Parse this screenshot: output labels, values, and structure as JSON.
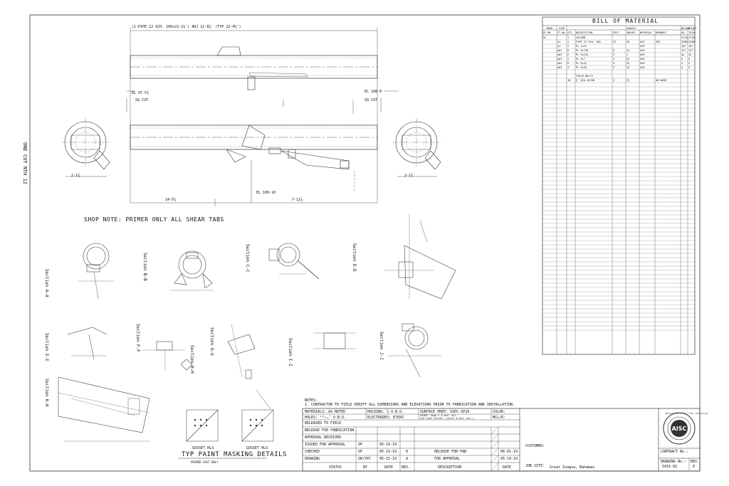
{
  "drawing": {
    "top_callout": "(1-PIPE 12 SCH. 100x22-2½″)  ADJ  22-8⅞″  (TYP 22-4⅝″)",
    "dim_overall_left": "14-5¾",
    "dim_overall_right": "7-11⅞",
    "dim_a": "2-1¾",
    "dim_b": "2-1¾",
    "sq_cut_left": "SQ CUT",
    "sq_cut_right": "SQ CUT",
    "el_left": "EL 97-5¾",
    "el_right": "EL 108-0",
    "el_mid": "EL 100-10",
    "one_cut_note": "ONE CUT NTH 12",
    "shop_note": "SHOP NOTE: PRIMER ONLY ALL SHEAR TABS",
    "sections": [
      "Section A-A",
      "Section B-B",
      "Section C-C",
      "Section D-D",
      "Section E-E",
      "Section F-F",
      "Section G-G",
      "Section H-H",
      "Section I-I",
      "Section J-J",
      "Section K-K"
    ],
    "gusset_left": "GUSSET HLS",
    "gusset_right": "GUSSET HLS",
    "paint_title": "TYP PAINT MASKING DETAILS",
    "paint_sub": "PRIMER COAT ONLY"
  },
  "bom": {
    "title": "BILL OF MATERIAL",
    "group_headers": [
      "MARK",
      "SIZE",
      "LENGTH",
      "WEIGHT",
      "WEIGHT"
    ],
    "headers": [
      "PC MK",
      "PT No.",
      "QTY",
      "DESCRIPTION",
      "FEET",
      "INCHES",
      "MATERIAL",
      "REMARKS",
      "EA.",
      "TOTAL"
    ],
    "rows": [
      [
        "SC",
        "",
        "1",
        "COLUMN",
        "",
        "",
        "",
        "",
        "3730",
        "3730"
      ],
      [
        "",
        "a1",
        "1",
        "PIPE 12 SCH. 100",
        "22",
        "4⅝",
        "A53",
        "SEE",
        "3386",
        "3386"
      ],
      [
        "",
        "p1",
        "2",
        "PL 1x31",
        "",
        "",
        "A36",
        "",
        "161",
        "161"
      ],
      [
        "",
        "p01",
        "6",
        "PL ⅜x12⅝",
        "3",
        "1½",
        "A36",
        "",
        "127",
        "127"
      ],
      [
        "",
        "p02",
        "6",
        "PL ⅜x13¾",
        "3",
        "1",
        "A36",
        "",
        "44",
        "44"
      ],
      [
        "",
        "p03",
        "2",
        "PL ⅜x7",
        "3",
        "2¼",
        "A36",
        "",
        "5",
        "5"
      ],
      [
        "",
        "a02",
        "6",
        "PL ⅜x4⅞",
        "3",
        "4½",
        "A36",
        "",
        "4",
        "4"
      ],
      [
        "",
        "a03",
        "4",
        "PL ⅜x4⅞",
        "3",
        "4½",
        "A36",
        "",
        "4",
        "4"
      ],
      [
        "",
        "",
        "",
        "",
        "",
        "",
        "",
        "",
        "",
        ""
      ],
      [
        "",
        "",
        "",
        "FIELD BOLTS",
        "",
        "",
        "",
        "",
        "",
        ""
      ],
      [
        "",
        "",
        "18",
        "¾″ DIA A325N",
        "3",
        "2½",
        "",
        "HW WASH",
        "",
        ""
      ]
    ],
    "empty_rows": 58
  },
  "notes": {
    "label": "NOTES:",
    "line1": "1.  CONTRACTOR TO FIELD VERIFY ALL DIMENSIONS AND ELEVATIONS PRIOR TO FABRICATION AND INSTALLATION."
  },
  "titleblock": {
    "materials": "MATERIALS:  AS NOTED",
    "holding": "HOLDING:  ¾ U.N.O.",
    "surface": "SURFACE PREP:  SSPC-SP10",
    "color": "COLOR:",
    "holes": "HOLES:  ¹³⁄₁₆″ U.N.O.",
    "electrodes": "ELECTRODES:  E70XX",
    "paint_note_1": "PAINT: Shop 1 @ min. mil.",
    "paint_note_2": "2nd Coat Finish: (color @ min. mil.)",
    "mcl": "MCL/R:",
    "status_rows": [
      {
        "label": "RELEASED TO FIELD",
        "by": "",
        "date": ""
      },
      {
        "label": "RELEASE FOR FABRICATION",
        "by": "",
        "date": ""
      },
      {
        "label": "APPROVAL RECEIVED",
        "by": "",
        "date": ""
      },
      {
        "label": "ISSUED FOR APPROVAL",
        "by": "VP",
        "date": "05-19-19"
      },
      {
        "label": "CHECKED",
        "by": "VP",
        "date": "05-19-19"
      },
      {
        "label": "DRAWING",
        "by": "GR/YPC",
        "date": "05-15-19"
      }
    ],
    "rev_rows": [
      {
        "rev": "0",
        "desc": "RELEASE FOR FAB",
        "date": "06-01-19"
      },
      {
        "rev": "A",
        "desc": "FOR APPROVAL",
        "date": "05-19-19"
      }
    ],
    "footer_status": "STATUS",
    "footer_by": "BY",
    "footer_date": "DATE",
    "footer_rev": "REV.",
    "footer_desc": "DESCRIPTION",
    "footer_date2": "DATE",
    "customer_label": "CUSTOMER:",
    "jobsite_label": "JOB SITE:",
    "jobsite_value": "Great Inagua, Bahamas",
    "contract_label": "CONTRACT No.:",
    "drawing_no_label": "DRAWING No.:",
    "drawing_no_value": "5431-02",
    "rev_label": "REV.",
    "rev_value": "0",
    "logo_text": "AISC",
    "logo_ring": "AMERICAN INSTITUTE OF STEEL CONSTRUCTION"
  }
}
